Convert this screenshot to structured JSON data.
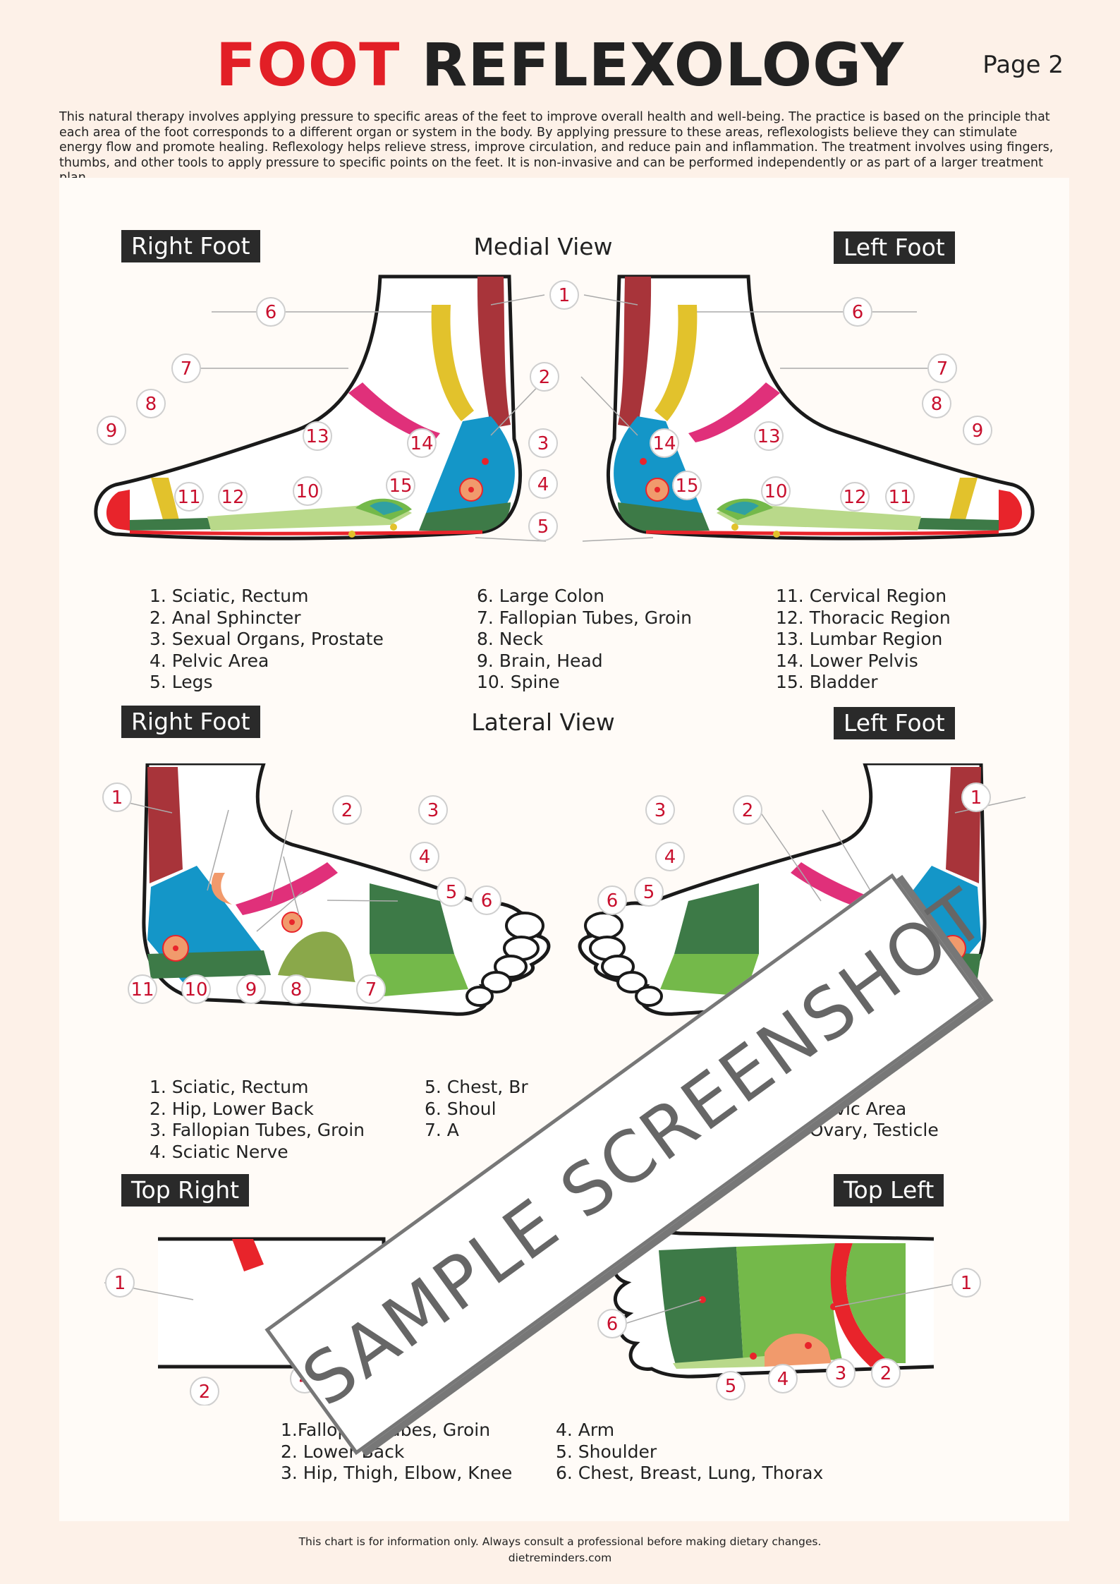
{
  "header": {
    "title_word1": "FOOT",
    "title_word2": "REFLEXOLOGY",
    "page_label": "Page 2",
    "intro": "This natural therapy involves applying pressure to specific areas of the feet to improve overall health and well-being. The practice is based on the principle that each area of the foot corresponds to a different organ or system in the body. By applying pressure to these areas, reflexologists believe they can stimulate energy flow and promote healing. Reflexology helps relieve stress, improve circulation, and reduce pain and inflammation. The treatment involves using fingers, thumbs, and other tools to apply pressure to specific points on the feet. It is non-invasive and can be performed independently or as part of a larger treatment plan."
  },
  "medial": {
    "title": "Medial View",
    "left_tag": "Right Foot",
    "right_tag": "Left Foot",
    "legend_col1": [
      "1. Sciatic, Rectum",
      "2. Anal Sphincter",
      "3. Sexual Organs, Prostate",
      "4. Pelvic Area",
      "5. Legs"
    ],
    "legend_col2": [
      "6. Large Colon",
      "7. Fallopian Tubes, Groin",
      "8. Neck",
      "9. Brain, Head",
      "10. Spine"
    ],
    "legend_col3": [
      "11. Cervical Region",
      "12. Thoracic Region",
      "13. Lumbar Region",
      "14. Lower Pelvis",
      "15. Bladder"
    ]
  },
  "lateral": {
    "title": "Lateral View",
    "left_tag": "Right Foot",
    "right_tag": "Left Foot",
    "legend_col1": [
      "1. Sciatic, Rectum",
      "2. Hip, Lower Back",
      "3. Fallopian Tubes, Groin",
      "4. Sciatic Nerve"
    ],
    "legend_col2": [
      "5. Chest, Br",
      "6. Shoul",
      "7. A"
    ],
    "legend_col3": [
      "9. Leg",
      "10. Pelvic Area",
      "11. Ovary, Testicle"
    ]
  },
  "top": {
    "title_fragment": "w",
    "left_tag": "Top Right",
    "right_tag": "Top Left",
    "legend_col1": [
      "1.Fallopian Tubes, Groin",
      "2. Lower Back",
      "3. Hip, Thigh, Elbow, Knee"
    ],
    "legend_col2": [
      "4. Arm",
      "5. Shoulder",
      "6. Chest, Breast, Lung, Thorax"
    ]
  },
  "footer": {
    "disclaimer": "This chart is for information only. Always consult a professional before making dietary changes.",
    "site": "dietreminders.com"
  },
  "watermark": "SAMPLE SCREENSHOT",
  "callouts": {
    "medial": [
      "1",
      "6",
      "6",
      "7",
      "7",
      "2",
      "8",
      "8",
      "9",
      "9",
      "13",
      "13",
      "14",
      "14",
      "3",
      "4",
      "5",
      "11",
      "12",
      "10",
      "15",
      "15",
      "10",
      "12",
      "11"
    ],
    "lateral": [
      "1",
      "2",
      "3",
      "4",
      "5",
      "6",
      "11",
      "10",
      "9",
      "8",
      "7",
      "3",
      "2",
      "1",
      "4",
      "5",
      "6",
      "9",
      "10",
      "11"
    ],
    "top": [
      "1",
      "6",
      "2",
      "4",
      "5",
      "6",
      "1",
      "5",
      "4",
      "3",
      "2"
    ]
  },
  "colors": {
    "red": "#e8242b",
    "dark_red": "#a8343a",
    "yellow": "#e2c22c",
    "magenta": "#e0307a",
    "blue": "#1496c8",
    "dark_green": "#3d7a47",
    "green": "#74b94a",
    "light_green": "#b9d98a",
    "olive": "#8aa84a",
    "orange": "#f19a6c",
    "accent": "#c8102e"
  }
}
